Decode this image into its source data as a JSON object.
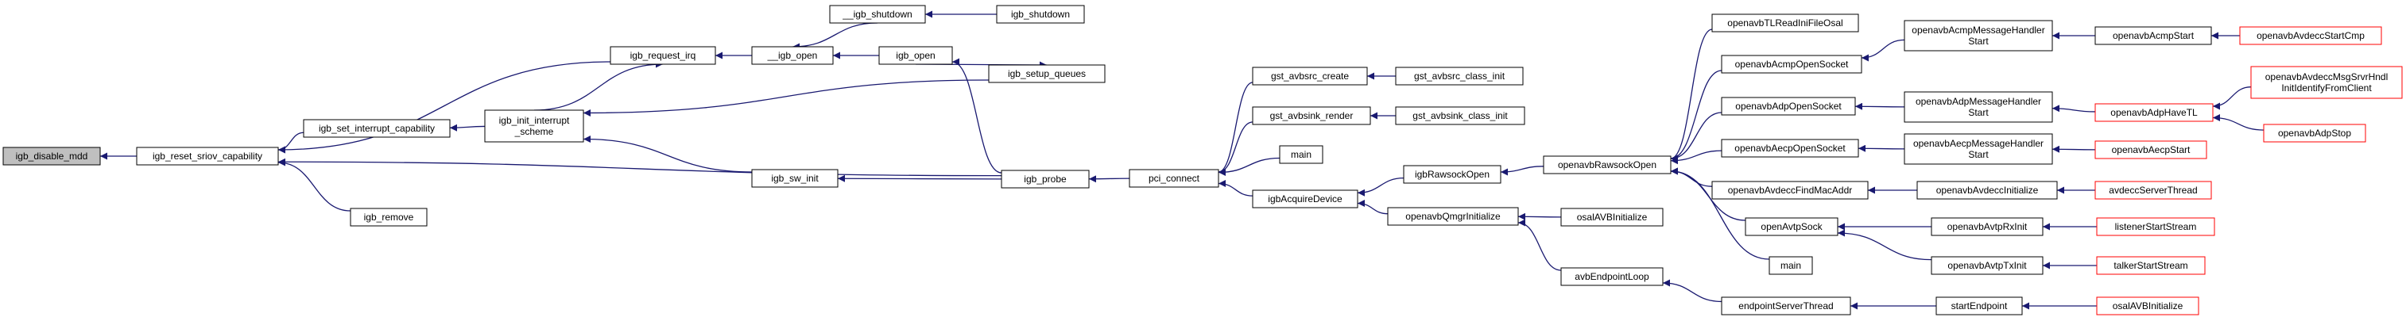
{
  "colors": {
    "edge": "#191970",
    "node_border_default": "#000000",
    "node_border_truncated": "#ff0000",
    "node_fill_root": "#bfbfbf",
    "node_fill": "#ffffff"
  },
  "nodes": {
    "igb_disable_mdd": {
      "lines": [
        "igb_disable_mdd"
      ],
      "style": "root"
    },
    "igb_reset_sriov_capability": {
      "lines": [
        "igb_reset_sriov_capability"
      ],
      "style": "normal"
    },
    "igb_request_irq": {
      "lines": [
        "igb_request_irq"
      ],
      "style": "normal"
    },
    "igb_set_interrupt_capability": {
      "lines": [
        "igb_set_interrupt_capability"
      ],
      "style": "normal"
    },
    "igb_remove": {
      "lines": [
        "igb_remove"
      ],
      "style": "normal"
    },
    "igb_init_interrupt_scheme": {
      "lines": [
        "igb_init_interrupt",
        "_scheme"
      ],
      "style": "normal"
    },
    "__igb_open": {
      "lines": [
        "__igb_open"
      ],
      "style": "normal"
    },
    "igb_sw_init": {
      "lines": [
        "igb_sw_init"
      ],
      "style": "normal"
    },
    "__igb_shutdown": {
      "lines": [
        "__igb_shutdown"
      ],
      "style": "normal"
    },
    "igb_open": {
      "lines": [
        "igb_open"
      ],
      "style": "normal"
    },
    "igb_shutdown": {
      "lines": [
        "igb_shutdown"
      ],
      "style": "normal"
    },
    "igb_setup_queues": {
      "lines": [
        "igb_setup_queues"
      ],
      "style": "normal"
    },
    "igb_probe": {
      "lines": [
        "igb_probe"
      ],
      "style": "normal"
    },
    "pci_connect": {
      "lines": [
        "pci_connect"
      ],
      "style": "normal"
    },
    "gst_avbsrc_create": {
      "lines": [
        "gst_avbsrc_create"
      ],
      "style": "normal"
    },
    "gst_avbsink_render": {
      "lines": [
        "gst_avbsink_render"
      ],
      "style": "normal"
    },
    "main_a": {
      "lines": [
        "main"
      ],
      "style": "normal"
    },
    "igbAcquireDevice": {
      "lines": [
        "igbAcquireDevice"
      ],
      "style": "normal"
    },
    "gst_avbsrc_class_init": {
      "lines": [
        "gst_avbsrc_class_init"
      ],
      "style": "normal"
    },
    "gst_avbsink_class_init": {
      "lines": [
        "gst_avbsink_class_init"
      ],
      "style": "normal"
    },
    "igbRawsockOpen": {
      "lines": [
        "igbRawsockOpen"
      ],
      "style": "normal"
    },
    "openavbQmgrInitialize": {
      "lines": [
        "openavbQmgrInitialize"
      ],
      "style": "normal"
    },
    "openavbRawsockOpen": {
      "lines": [
        "openavbRawsockOpen"
      ],
      "style": "normal"
    },
    "osalAVBInitialize_a": {
      "lines": [
        "osalAVBInitialize"
      ],
      "style": "normal"
    },
    "avbEndpointLoop": {
      "lines": [
        "avbEndpointLoop"
      ],
      "style": "normal"
    },
    "openavbTLReadIniFileOsal": {
      "lines": [
        "openavbTLReadIniFileOsal"
      ],
      "style": "normal"
    },
    "openavbAcmpOpenSocket": {
      "lines": [
        "openavbAcmpOpenSocket"
      ],
      "style": "normal"
    },
    "openavbAdpOpenSocket": {
      "lines": [
        "openavbAdpOpenSocket"
      ],
      "style": "normal"
    },
    "openavbAecpOpenSocket": {
      "lines": [
        "openavbAecpOpenSocket"
      ],
      "style": "normal"
    },
    "openavbAvdeccFindMacAddr": {
      "lines": [
        "openavbAvdeccFindMacAddr"
      ],
      "style": "normal"
    },
    "openAvtpSock": {
      "lines": [
        "openAvtpSock"
      ],
      "style": "normal"
    },
    "main_b": {
      "lines": [
        "main"
      ],
      "style": "normal"
    },
    "endpointServerThread": {
      "lines": [
        "endpointServerThread"
      ],
      "style": "normal"
    },
    "openavbAcmpMessageHandlerStart": {
      "lines": [
        "openavbAcmpMessageHandler",
        "Start"
      ],
      "style": "normal"
    },
    "openavbAdpMessageHandlerStart": {
      "lines": [
        "openavbAdpMessageHandler",
        "Start"
      ],
      "style": "normal"
    },
    "openavbAecpMessageHandlerStart": {
      "lines": [
        "openavbAecpMessageHandler",
        "Start"
      ],
      "style": "normal"
    },
    "openavbAvdeccInitialize": {
      "lines": [
        "openavbAvdeccInitialize"
      ],
      "style": "normal"
    },
    "openavbAvtpRxInit": {
      "lines": [
        "openavbAvtpRxInit"
      ],
      "style": "normal"
    },
    "openavbAvtpTxInit": {
      "lines": [
        "openavbAvtpTxInit"
      ],
      "style": "normal"
    },
    "startEndpoint": {
      "lines": [
        "startEndpoint"
      ],
      "style": "normal"
    },
    "openavbAcmpStart": {
      "lines": [
        "openavbAcmpStart"
      ],
      "style": "normal"
    },
    "openavbAdpHaveTL": {
      "lines": [
        "openavbAdpHaveTL"
      ],
      "style": "truncated"
    },
    "openavbAecpStart": {
      "lines": [
        "openavbAecpStart"
      ],
      "style": "truncated"
    },
    "avdeccServerThread": {
      "lines": [
        "avdeccServerThread"
      ],
      "style": "truncated"
    },
    "listenerStartStream": {
      "lines": [
        "listenerStartStream"
      ],
      "style": "truncated"
    },
    "talkerStartStream": {
      "lines": [
        "talkerStartStream"
      ],
      "style": "truncated"
    },
    "osalAVBInitialize_b": {
      "lines": [
        "osalAVBInitialize"
      ],
      "style": "truncated"
    },
    "openavbAvdeccStartCmp": {
      "lines": [
        "openavbAvdeccStartCmp"
      ],
      "style": "truncated"
    },
    "openavbAvdeccMsgSrvrHndlInitIdentifyFromClient": {
      "lines": [
        "openavbAvdeccMsgSrvrHndl",
        "InitIdentifyFromClient"
      ],
      "style": "truncated"
    },
    "openavbAdpStop": {
      "lines": [
        "openavbAdpStop"
      ],
      "style": "truncated"
    }
  },
  "edges": [
    [
      "igb_reset_sriov_capability",
      "igb_disable_mdd"
    ],
    [
      "igb_request_irq",
      "igb_reset_sriov_capability"
    ],
    [
      "igb_set_interrupt_capability",
      "igb_reset_sriov_capability"
    ],
    [
      "igb_probe",
      "igb_reset_sriov_capability"
    ],
    [
      "igb_remove",
      "igb_reset_sriov_capability"
    ],
    [
      "__igb_open",
      "igb_request_irq"
    ],
    [
      "igb_init_interrupt_scheme",
      "igb_request_irq"
    ],
    [
      "igb_init_interrupt_scheme",
      "igb_set_interrupt_capability"
    ],
    [
      "igb_setup_queues",
      "igb_init_interrupt_scheme"
    ],
    [
      "igb_sw_init",
      "igb_init_interrupt_scheme"
    ],
    [
      "__igb_shutdown",
      "__igb_open"
    ],
    [
      "igb_open",
      "__igb_open"
    ],
    [
      "igb_shutdown",
      "__igb_shutdown"
    ],
    [
      "igb_open",
      "igb_setup_queues"
    ],
    [
      "igb_probe",
      "igb_open"
    ],
    [
      "igb_probe",
      "igb_sw_init"
    ],
    [
      "pci_connect",
      "igb_probe"
    ],
    [
      "gst_avbsrc_create",
      "pci_connect"
    ],
    [
      "gst_avbsink_render",
      "pci_connect"
    ],
    [
      "main_a",
      "pci_connect"
    ],
    [
      "igbAcquireDevice",
      "pci_connect"
    ],
    [
      "gst_avbsrc_class_init",
      "gst_avbsrc_create"
    ],
    [
      "gst_avbsink_class_init",
      "gst_avbsink_render"
    ],
    [
      "igbRawsockOpen",
      "igbAcquireDevice"
    ],
    [
      "openavbQmgrInitialize",
      "igbAcquireDevice"
    ],
    [
      "openavbRawsockOpen",
      "igbRawsockOpen"
    ],
    [
      "osalAVBInitialize_a",
      "openavbQmgrInitialize"
    ],
    [
      "avbEndpointLoop",
      "openavbQmgrInitialize"
    ],
    [
      "endpointServerThread",
      "avbEndpointLoop"
    ],
    [
      "openavbTLReadIniFileOsal",
      "openavbRawsockOpen"
    ],
    [
      "openavbAcmpOpenSocket",
      "openavbRawsockOpen"
    ],
    [
      "openavbAdpOpenSocket",
      "openavbRawsockOpen"
    ],
    [
      "openavbAecpOpenSocket",
      "openavbRawsockOpen"
    ],
    [
      "openavbAvdeccFindMacAddr",
      "openavbRawsockOpen"
    ],
    [
      "openAvtpSock",
      "openavbRawsockOpen"
    ],
    [
      "main_b",
      "openavbRawsockOpen"
    ],
    [
      "openavbAcmpMessageHandlerStart",
      "openavbAcmpOpenSocket"
    ],
    [
      "openavbAdpMessageHandlerStart",
      "openavbAdpOpenSocket"
    ],
    [
      "openavbAecpMessageHandlerStart",
      "openavbAecpOpenSocket"
    ],
    [
      "openavbAvdeccInitialize",
      "openavbAvdeccFindMacAddr"
    ],
    [
      "openavbAvtpRxInit",
      "openAvtpSock"
    ],
    [
      "openavbAvtpTxInit",
      "openAvtpSock"
    ],
    [
      "startEndpoint",
      "endpointServerThread"
    ],
    [
      "openavbAcmpStart",
      "openavbAcmpMessageHandlerStart"
    ],
    [
      "openavbAdpHaveTL",
      "openavbAdpMessageHandlerStart"
    ],
    [
      "openavbAecpStart",
      "openavbAecpMessageHandlerStart"
    ],
    [
      "avdeccServerThread",
      "openavbAvdeccInitialize"
    ],
    [
      "listenerStartStream",
      "openavbAvtpRxInit"
    ],
    [
      "talkerStartStream",
      "openavbAvtpTxInit"
    ],
    [
      "osalAVBInitialize_b",
      "startEndpoint"
    ],
    [
      "openavbAvdeccStartCmp",
      "openavbAcmpStart"
    ],
    [
      "openavbAvdeccMsgSrvrHndlInitIdentifyFromClient",
      "openavbAdpHaveTL"
    ],
    [
      "openavbAdpStop",
      "openavbAdpHaveTL"
    ]
  ]
}
